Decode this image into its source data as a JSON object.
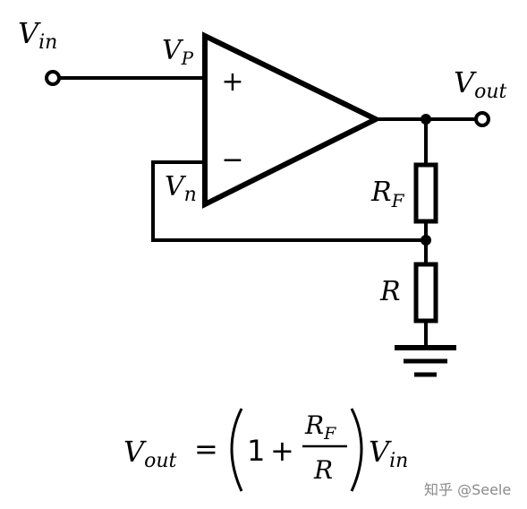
{
  "labels": {
    "vin_main": "V",
    "vin_sub": "in",
    "vp_main": "V",
    "vp_sub": "P",
    "vn_main": "V",
    "vn_sub": "n",
    "vout_main": "V",
    "vout_sub": "out",
    "rf_main": "R",
    "rf_sub": "F",
    "r_main": "R",
    "plus": "+",
    "minus": "−"
  },
  "formula": {
    "lhs_main": "V",
    "lhs_sub": "out",
    "equals": "=",
    "one": "1",
    "plus": "+",
    "num_main": "R",
    "num_sub": "F",
    "den_main": "R",
    "rhs_main": "V",
    "rhs_sub": "in"
  },
  "watermark": "知乎 @Seele"
}
